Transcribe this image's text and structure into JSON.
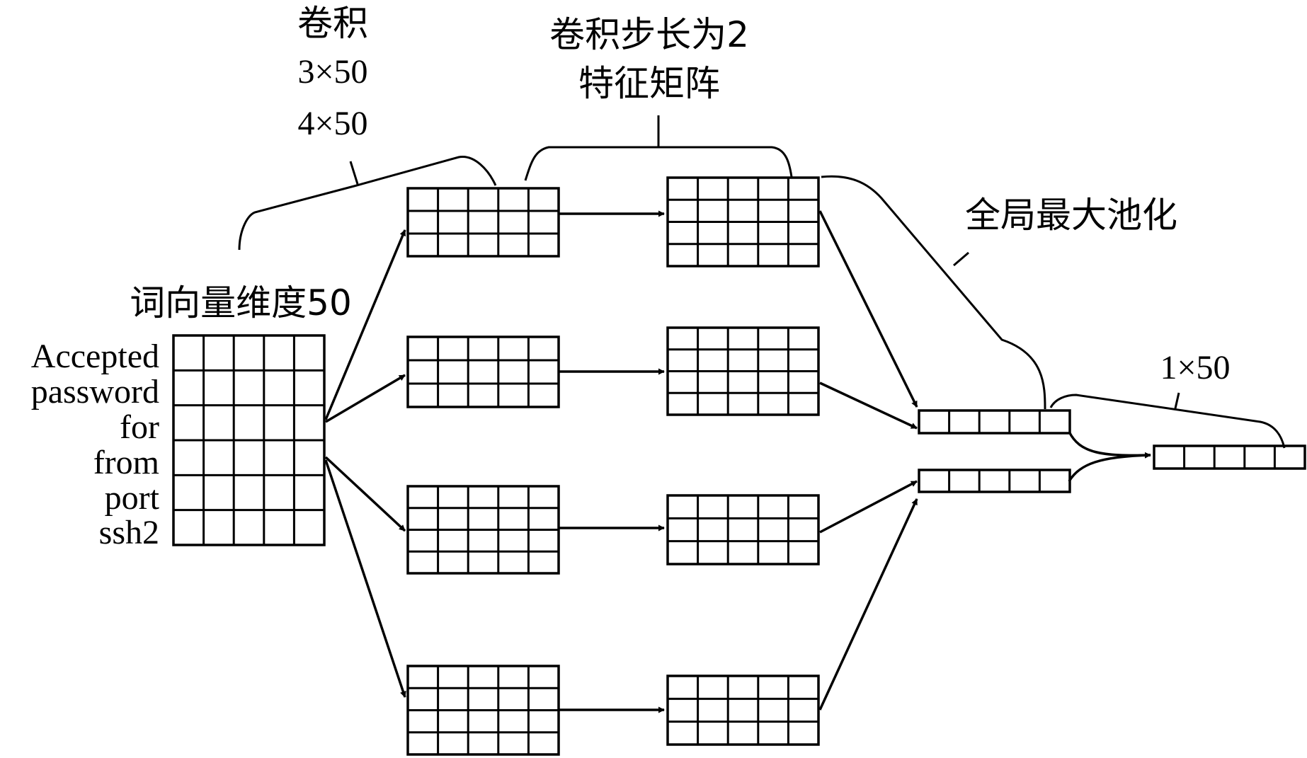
{
  "labels": {
    "conv": "卷积",
    "kernel_size_1": "3×50",
    "kernel_size_2": "4×50",
    "stride_line1": "卷积步长为2",
    "stride_line2": "特征矩阵",
    "embedding_dim": "词向量维度50",
    "global_max_pool": "全局最大池化",
    "output_size": "1×50"
  },
  "input_words": [
    "Accepted",
    "password",
    "for",
    "from",
    "port",
    "ssh2"
  ],
  "colors": {
    "stroke": "#000000",
    "background": "#ffffff"
  }
}
